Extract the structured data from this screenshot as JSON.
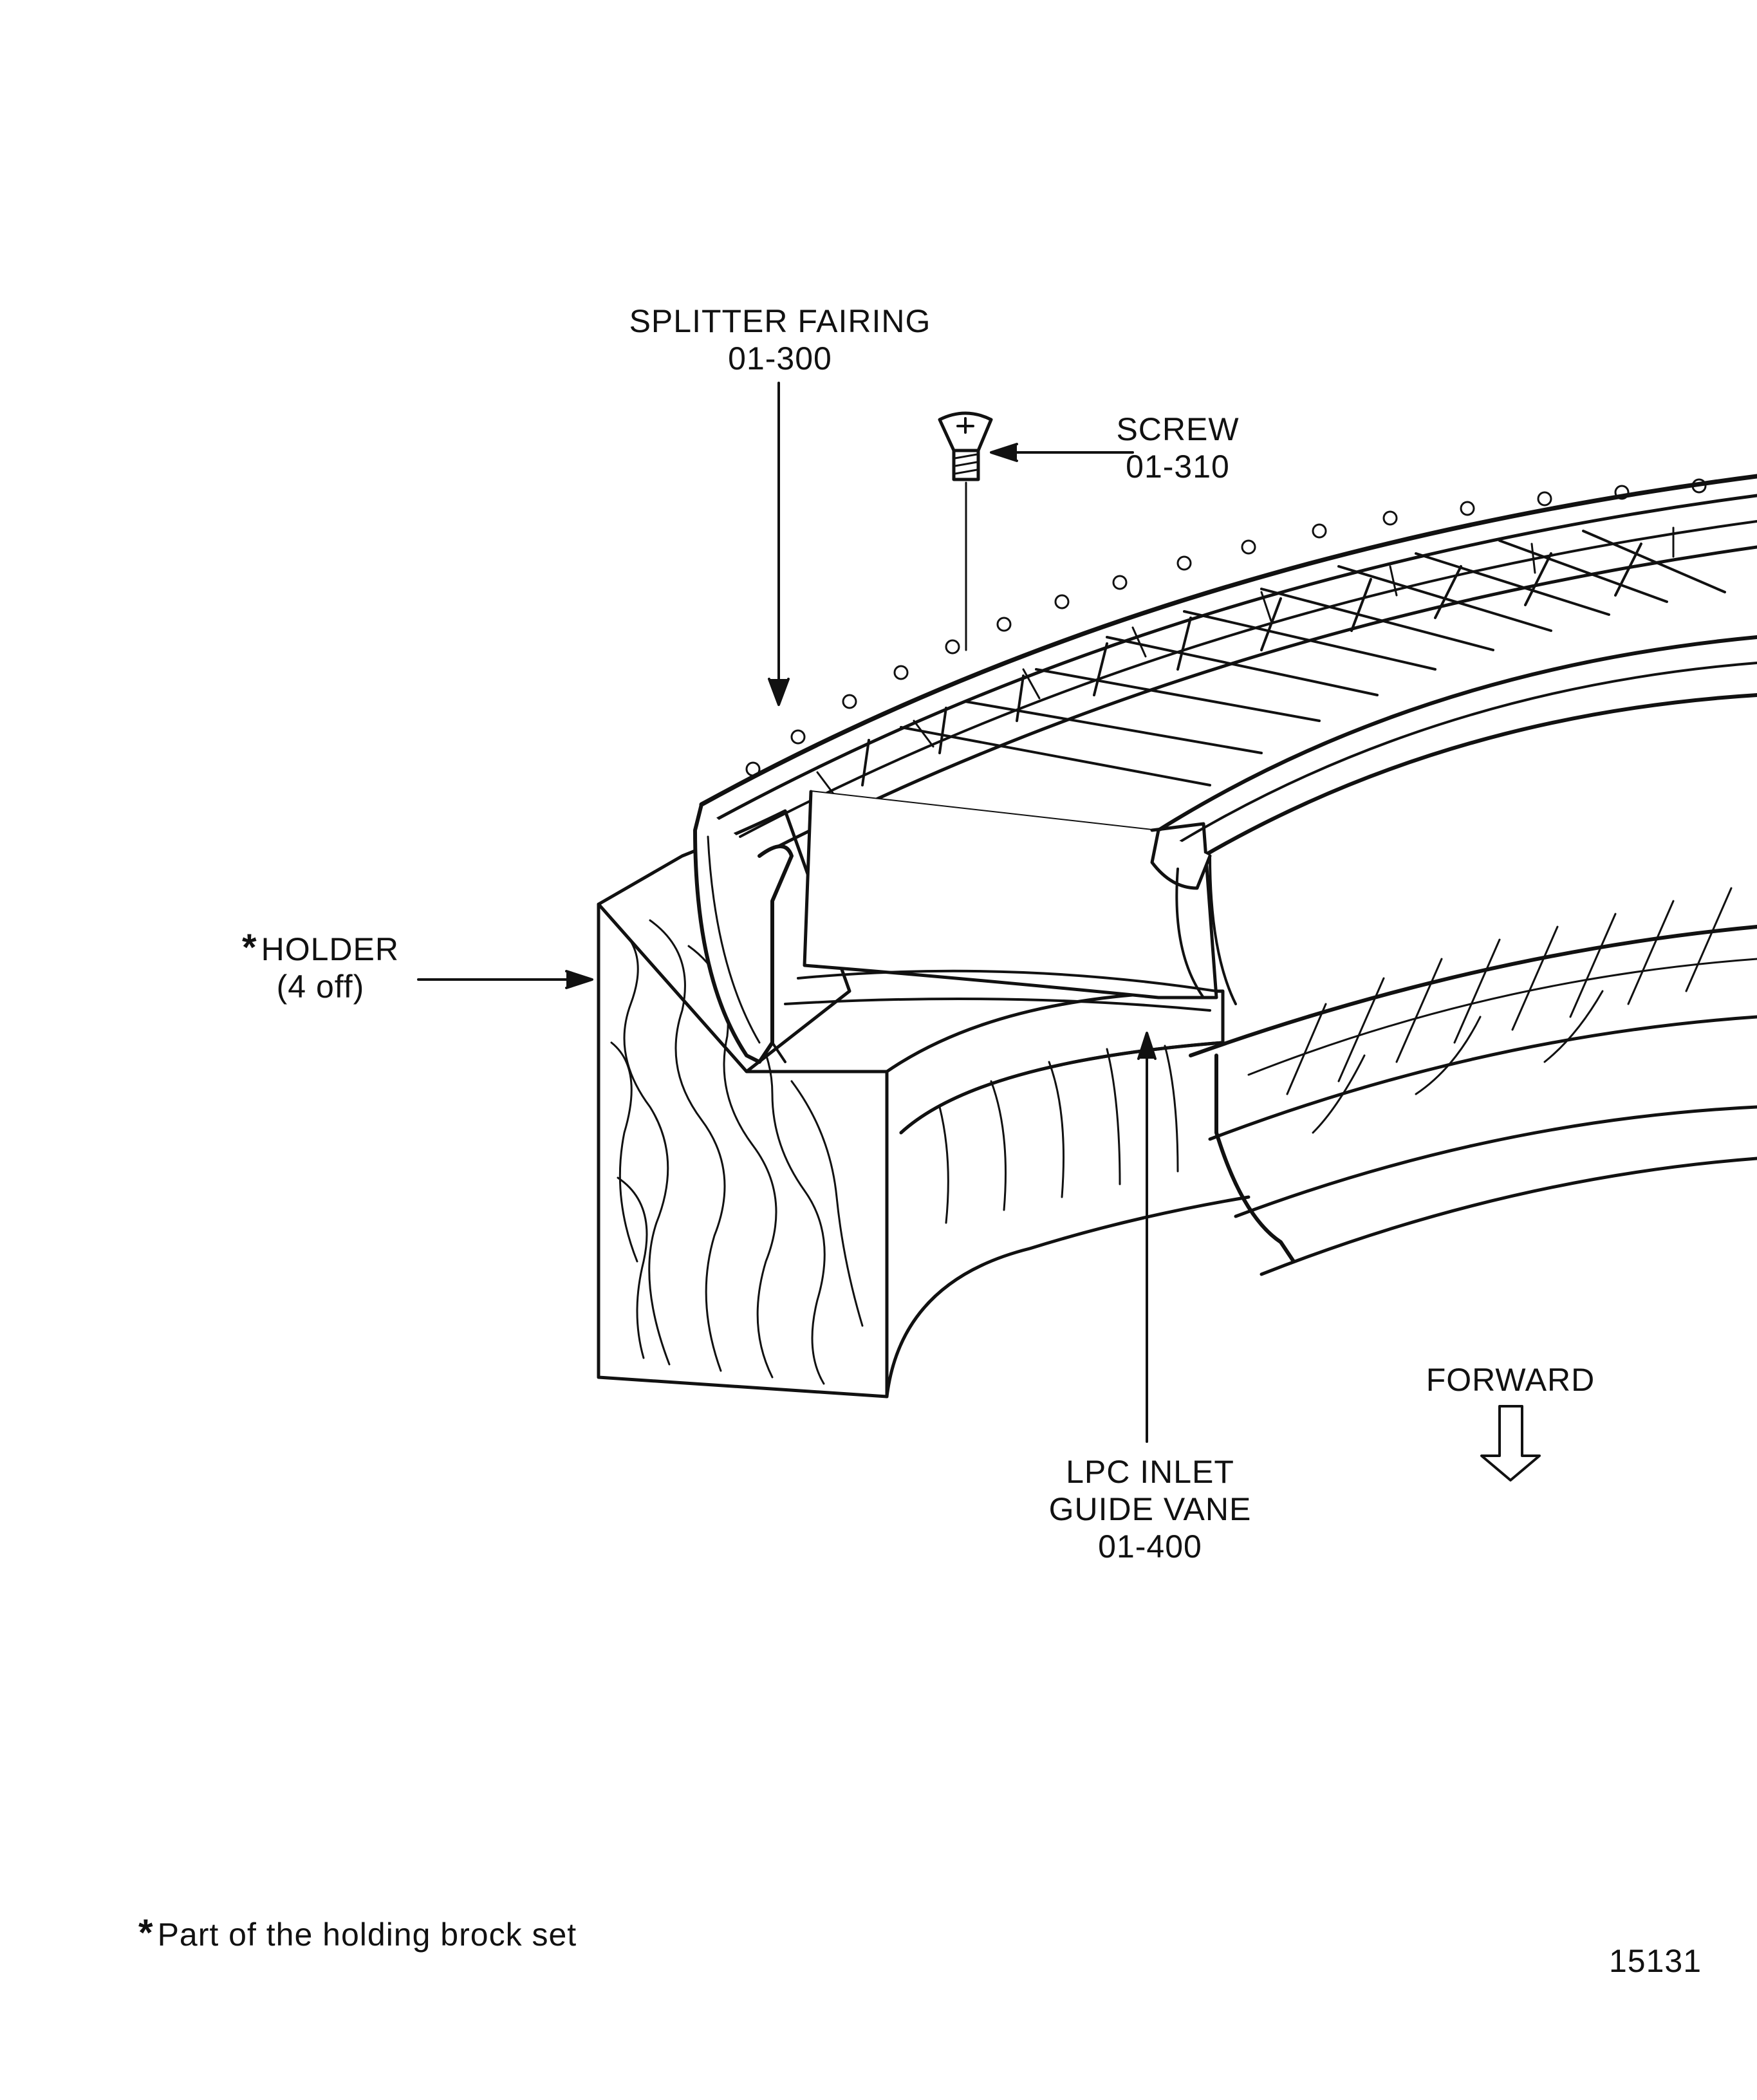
{
  "labels": {
    "splitter_fairing": {
      "name": "SPLITTER  FAIRING",
      "part": "01-300"
    },
    "screw": {
      "name": "SCREW",
      "part": "01-310"
    },
    "holder": {
      "marker": "*",
      "name": "HOLDER",
      "qty": "(4 off)"
    },
    "guide_vane": {
      "name1": "LPC  INLET",
      "name2": "GUIDE VANE",
      "part": "01-400"
    },
    "forward": {
      "name": "FORWARD"
    }
  },
  "footnote": {
    "marker": "*",
    "text": "Part of the holding brock set"
  },
  "figure_number": "15131"
}
